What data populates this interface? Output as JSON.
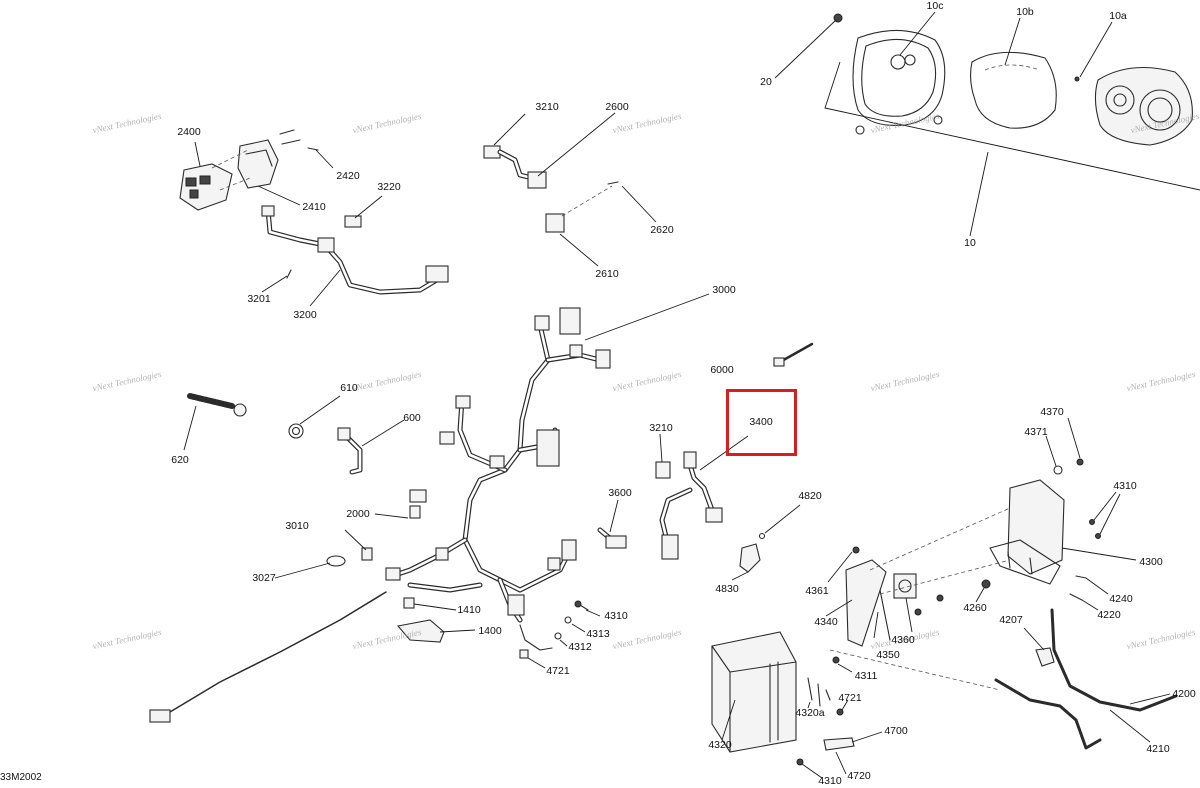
{
  "diagram": {
    "code": "33M2002",
    "highlighted_part": "3400",
    "watermark": "vNext Technologies",
    "accent_color": "#d81f1f",
    "callouts": [
      "10c",
      "10b",
      "10a",
      "20",
      "10",
      "2400",
      "2410",
      "2420",
      "3210",
      "2600",
      "3220",
      "2620",
      "2610",
      "3201",
      "3200",
      "3000",
      "6000",
      "610",
      "620",
      "600",
      "3400",
      "3210",
      "4370",
      "4371",
      "4310",
      "3600",
      "4820",
      "2000",
      "3010",
      "4300",
      "3027",
      "4830",
      "4361",
      "4240",
      "4260",
      "4220",
      "1410",
      "4310",
      "4340",
      "4207",
      "1400",
      "4313",
      "4312",
      "4360",
      "4350",
      "4311",
      "4721",
      "4200",
      "4320a",
      "4721",
      "4700",
      "4320",
      "4210",
      "4310",
      "4720"
    ]
  }
}
